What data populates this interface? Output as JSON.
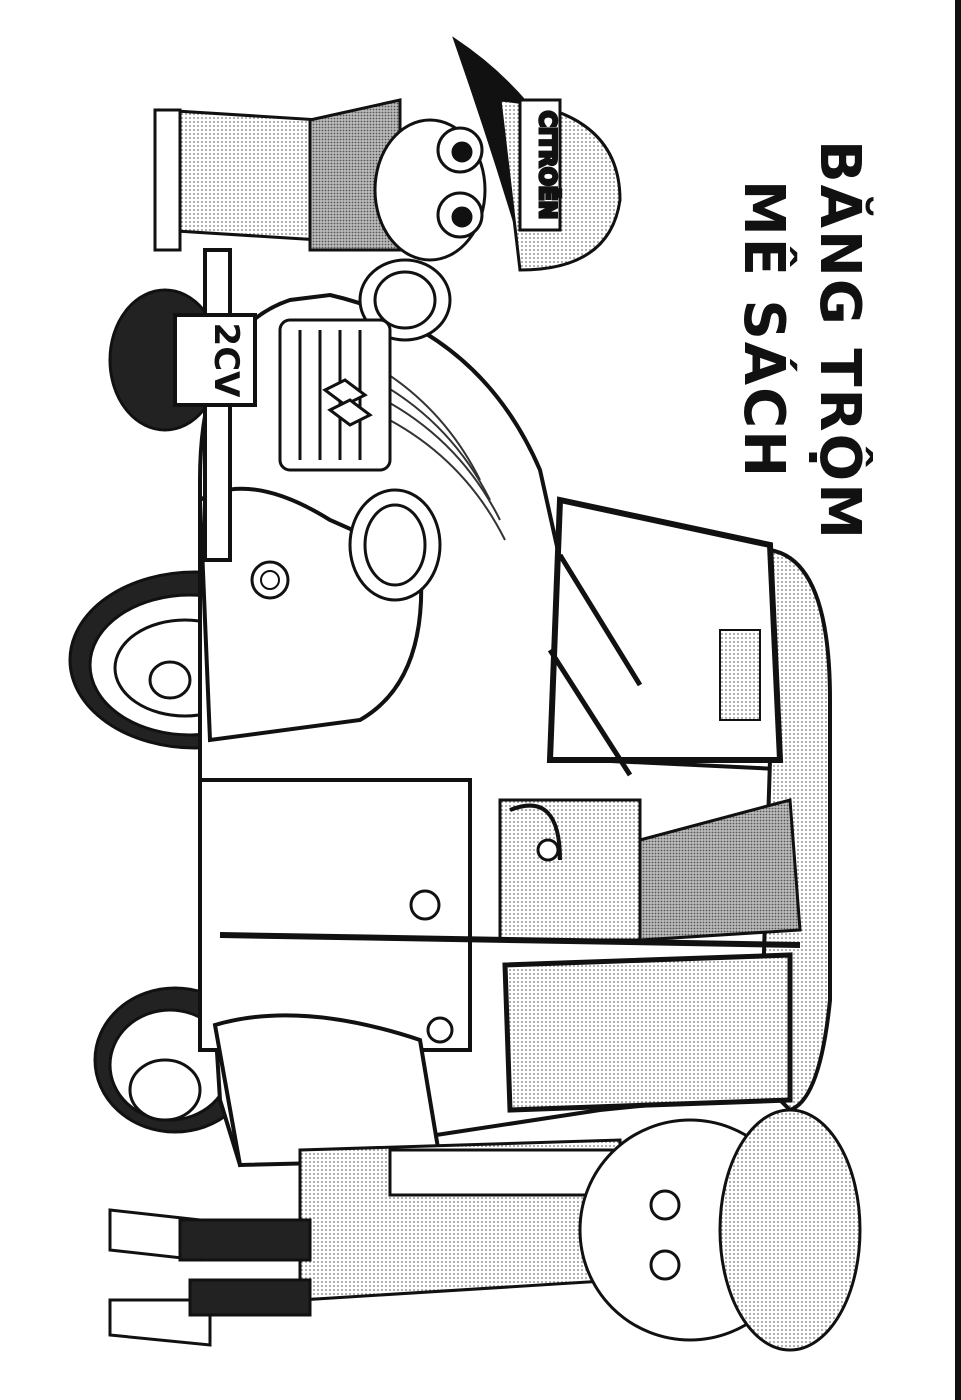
{
  "title": {
    "line1": "BĂNG TRỘM",
    "line2": "MÊ SÁCH"
  },
  "cap_text": "CITROËN",
  "plate_text": "2CV"
}
